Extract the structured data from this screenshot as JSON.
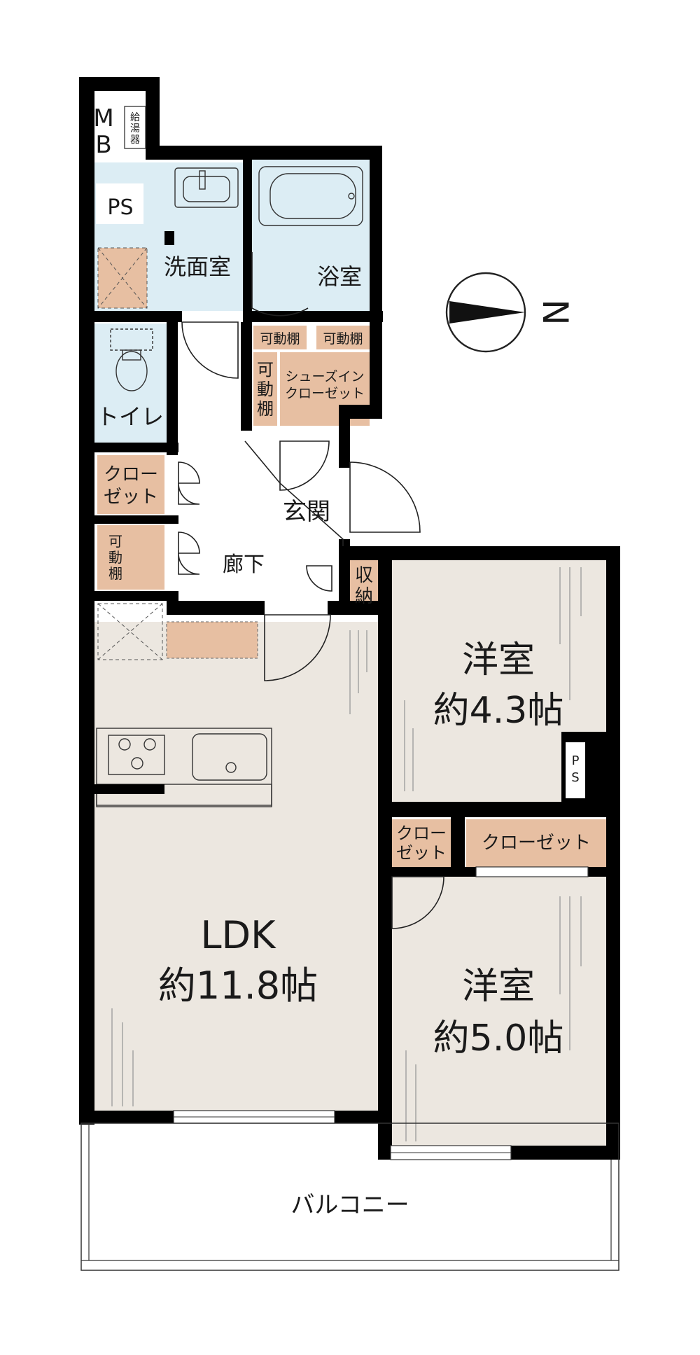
{
  "colors": {
    "wall": "#000000",
    "wet_area": "#dcedf4",
    "storage": "#e7bfa2",
    "room_floor": "#ece7e0",
    "corridor": "#ffffff"
  },
  "icons": [
    "compass-icon",
    "bathtub-icon",
    "washbasin-icon",
    "toilet-icon",
    "stove-icon",
    "sink-icon"
  ],
  "rooms": {
    "mb_m": "M",
    "mb_b": "B",
    "water_heater_1": "給",
    "water_heater_2": "湯",
    "water_heater_3": "器",
    "ps_top": "PS",
    "washroom": "洗面室",
    "bathroom": "浴室",
    "toilet": "トイレ",
    "shelf_a": "可動棚",
    "shelf_b": "可動棚",
    "shelf_c_1": "可",
    "shelf_c_2": "動",
    "shelf_c_3": "棚",
    "shoes_1": "シューズイン",
    "shoes_2": "クローゼット",
    "entrance": "玄関",
    "closet_left_1": "クロー",
    "closet_left_2": "ゼット",
    "shelf_d_1": "可",
    "shelf_d_2": "動",
    "shelf_d_3": "棚",
    "corridor": "廊下",
    "storage_1": "収",
    "storage_2": "納",
    "western_1_name": "洋室",
    "western_1_size": "約4.3帖",
    "ps_mid_1": "P",
    "ps_mid_2": "S",
    "closet_mid_1": "クロー",
    "closet_mid_2": "ゼット",
    "closet_wide": "クローゼット",
    "ldk_name": "LDK",
    "ldk_size": "約11.8帖",
    "western_2_name": "洋室",
    "western_2_size": "約5.0帖",
    "balcony": "バルコニー"
  },
  "compass": {
    "label": "N"
  }
}
